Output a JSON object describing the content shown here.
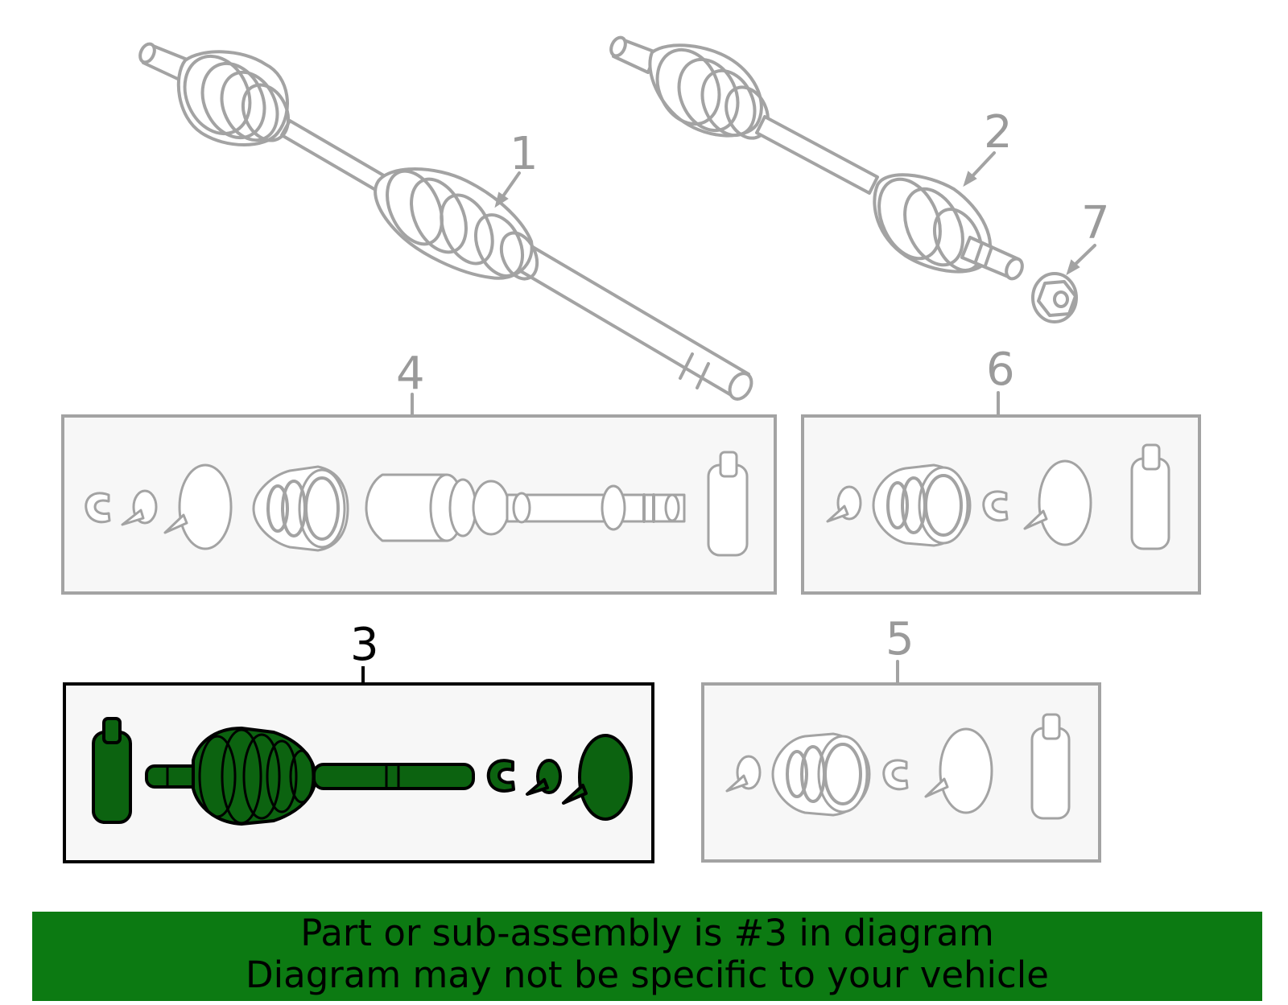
{
  "diagram": {
    "callouts": {
      "c1": "1",
      "c2": "2",
      "c3": "3",
      "c4": "4",
      "c5": "5",
      "c6": "6",
      "c7": "7"
    },
    "highlighted_callout": "3",
    "colors": {
      "highlight_fill": "#0c6310",
      "line_gray": "#a3a3a3",
      "banner_bg": "#0c7a12",
      "box_fill": "#f7f7f7"
    }
  },
  "banner": {
    "line1": "Part or sub-assembly is #3 in diagram",
    "line2": "Diagram may not be specific to your vehicle"
  }
}
